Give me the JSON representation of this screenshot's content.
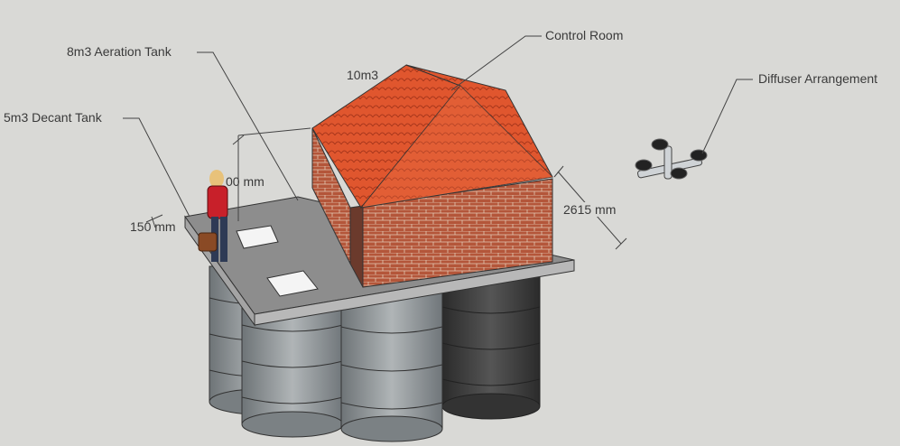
{
  "labels": {
    "aeration_tank": "8m3 Aeration Tank",
    "decant_tank": "5m3 Decant Tank",
    "control_room": "Control Room",
    "diffuser": "Diffuser Arrangement",
    "tank_10m3": "10m3",
    "dim_height": "00 mm",
    "dim_slab": "150 mm",
    "dim_room": "2615 mm"
  },
  "colors": {
    "background": "#d9d9d6",
    "roof": "#e0562e",
    "brick": "#b4563a",
    "slab": "#8d8d8d",
    "tank_light": "#9aa0a3",
    "tank_dark": "#3f3f3f",
    "figure_top": "#c8202a"
  }
}
